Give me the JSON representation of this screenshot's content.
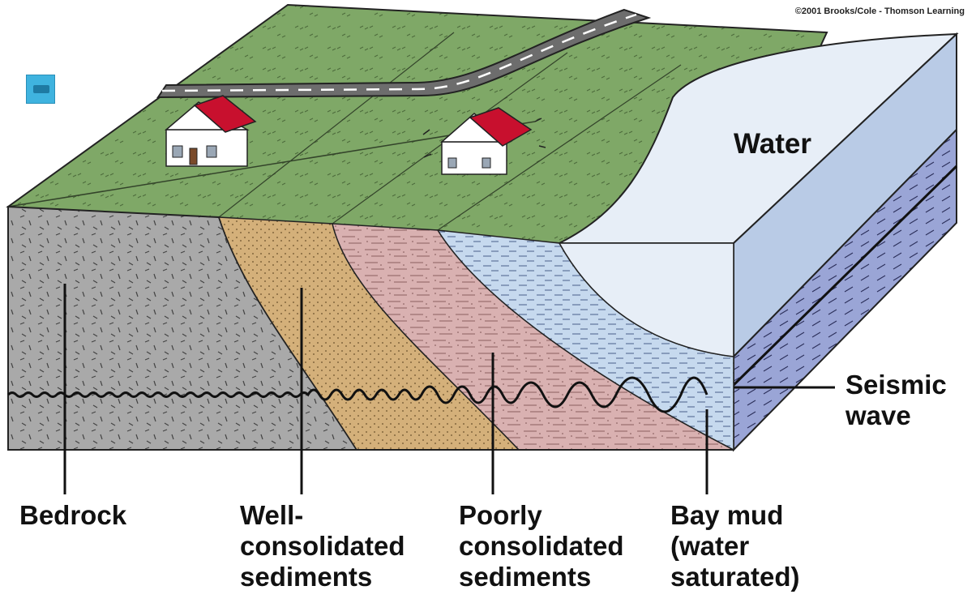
{
  "copyright": "©2001 Brooks/Cole - Thomson Learning",
  "labels": {
    "water": "Water",
    "seismic_wave": [
      "Seismic",
      "wave"
    ],
    "bedrock": "Bedrock",
    "well_consolidated": [
      "Well-",
      "consolidated",
      "sediments"
    ],
    "poorly_consolidated": [
      "Poorly",
      "consolidated",
      "sediments"
    ],
    "bay_mud": [
      "Bay mud",
      "(water",
      "saturated)"
    ]
  },
  "icons": {
    "camera": "video-camera-icon",
    "house_left": "house-icon",
    "house_right": "damaged-house-icon"
  },
  "colors": {
    "grass": "#7fa867",
    "bedrock": "#a9a9a9",
    "well_consolidated": "#d4b07a",
    "poorly_consolidated": "#d9b1b1",
    "bay_mud": "#c6d9ee",
    "water_top": "#e7eef7",
    "water_side": "#b9cbe6",
    "side_strata": "#9aa5d6",
    "roof": "#c8102e"
  }
}
